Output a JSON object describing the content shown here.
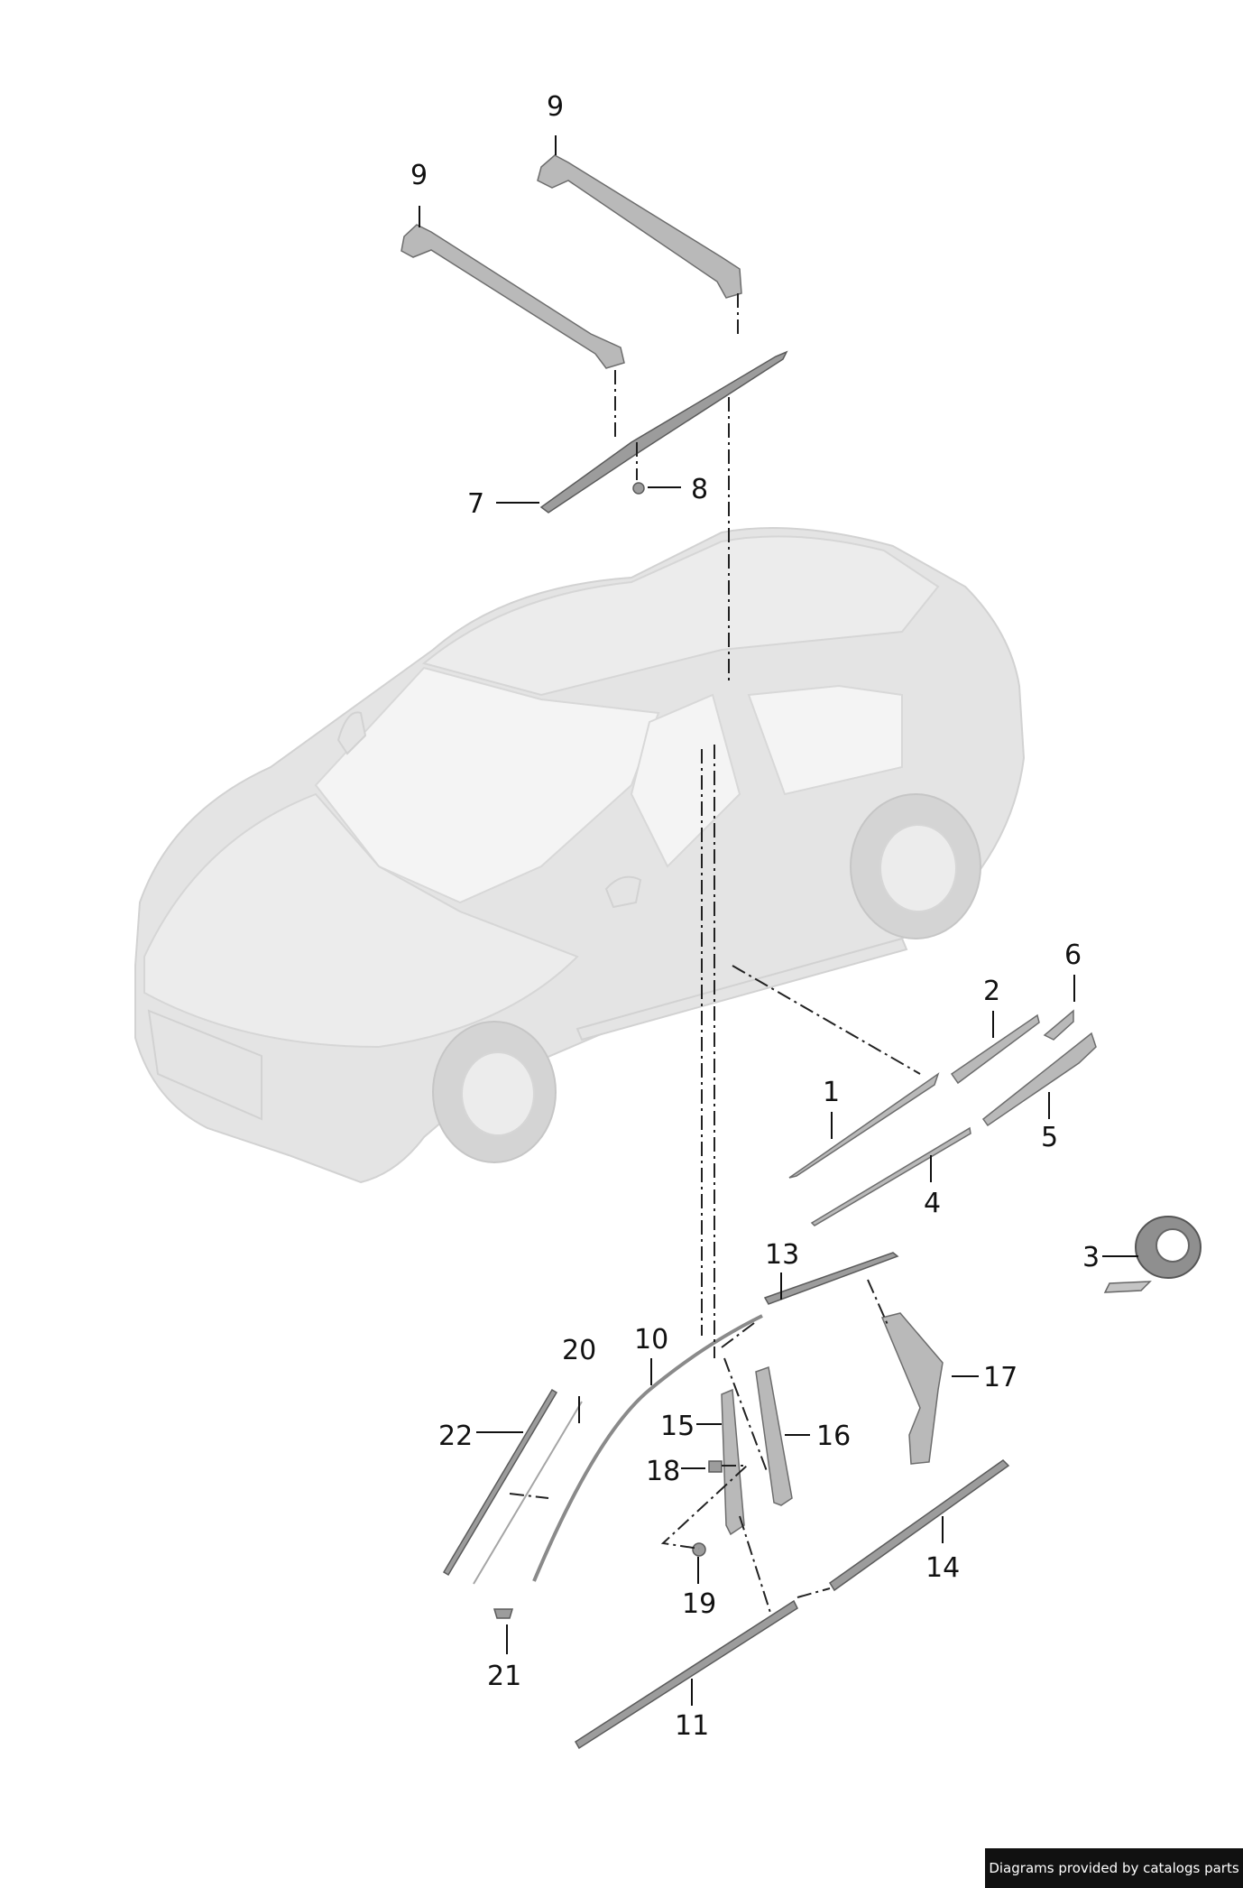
{
  "callouts": {
    "p1": "1",
    "p2": "2",
    "p3": "3",
    "p4": "4",
    "p5": "5",
    "p6": "6",
    "p7": "7",
    "p8": "8",
    "p9a": "9",
    "p9b": "9",
    "p10": "10",
    "p11": "11",
    "p13": "13",
    "p14": "14",
    "p15": "15",
    "p16": "16",
    "p17": "17",
    "p18": "18",
    "p19": "19",
    "p20": "20",
    "p21": "21",
    "p22": "22"
  },
  "footer": {
    "credit": "Diagrams provided by catalogs parts"
  },
  "colors": {
    "background": "#ffffff",
    "lines": "#111111",
    "vehicle": "#e4e4e4",
    "parts": "#b9b9b9",
    "credit_bg": "#111111"
  }
}
